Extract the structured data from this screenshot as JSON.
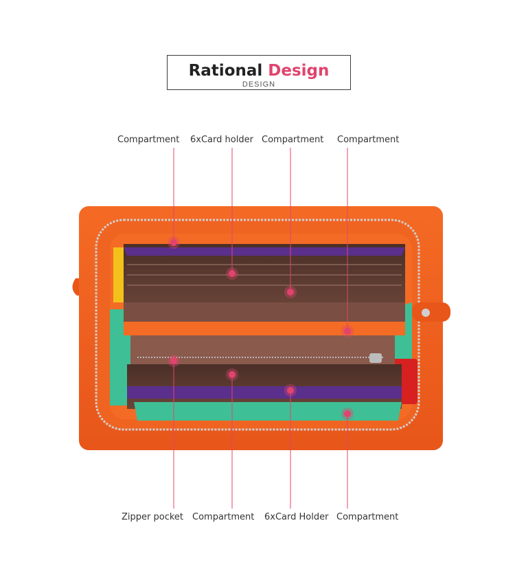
{
  "header": {
    "title_part1": "Rational",
    "title_part2": "Design",
    "subtitle": "DESIGN"
  },
  "labels_top": [
    {
      "text": "Compartment"
    },
    {
      "text": "6xCard holder"
    },
    {
      "text": "Compartment"
    },
    {
      "text": "Compartment"
    }
  ],
  "labels_bottom": [
    {
      "text": "Zipper pocket"
    },
    {
      "text": "Compartment"
    },
    {
      "text": "6xCard Holder"
    },
    {
      "text": "Compartment"
    }
  ],
  "colors": {
    "accent": "#e0446e",
    "leather_orange": "#f0601e",
    "lining_brown": "#5a3a30",
    "purple_trim": "#5b2f8c",
    "green_trim": "#3fbf95",
    "yellow_trim": "#f3c21a",
    "red_trim": "#d72020"
  }
}
